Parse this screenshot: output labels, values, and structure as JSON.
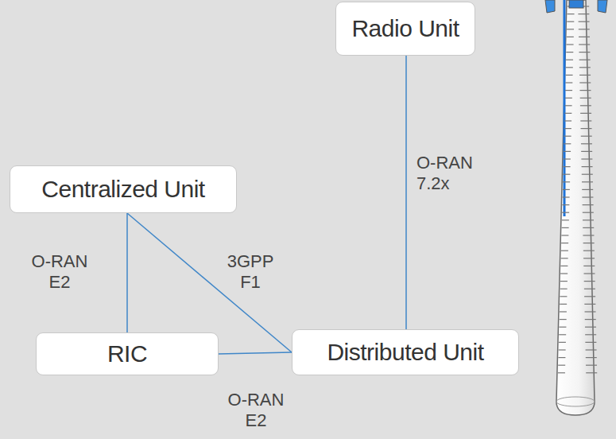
{
  "diagram": {
    "nodes": [
      {
        "text": [
          "Radio Unit"
        ]
      },
      {
        "text": [
          "Centralized Unit"
        ]
      },
      {
        "text": [
          "RIC"
        ]
      },
      {
        "text": [
          "Distributed Unit"
        ]
      }
    ],
    "edges": [
      {
        "from": 1,
        "to": 2,
        "arrow": "none",
        "label": "O-RAN E2"
      },
      {
        "from": 1,
        "to": 3,
        "arrow": "none",
        "label": "3GPP F1"
      },
      {
        "from": 2,
        "to": 3,
        "arrow": "none",
        "label": "O-RAN E2"
      },
      {
        "from": 0,
        "to": 3,
        "arrow": "none",
        "label": "O-RAN 7.2x"
      }
    ]
  }
}
